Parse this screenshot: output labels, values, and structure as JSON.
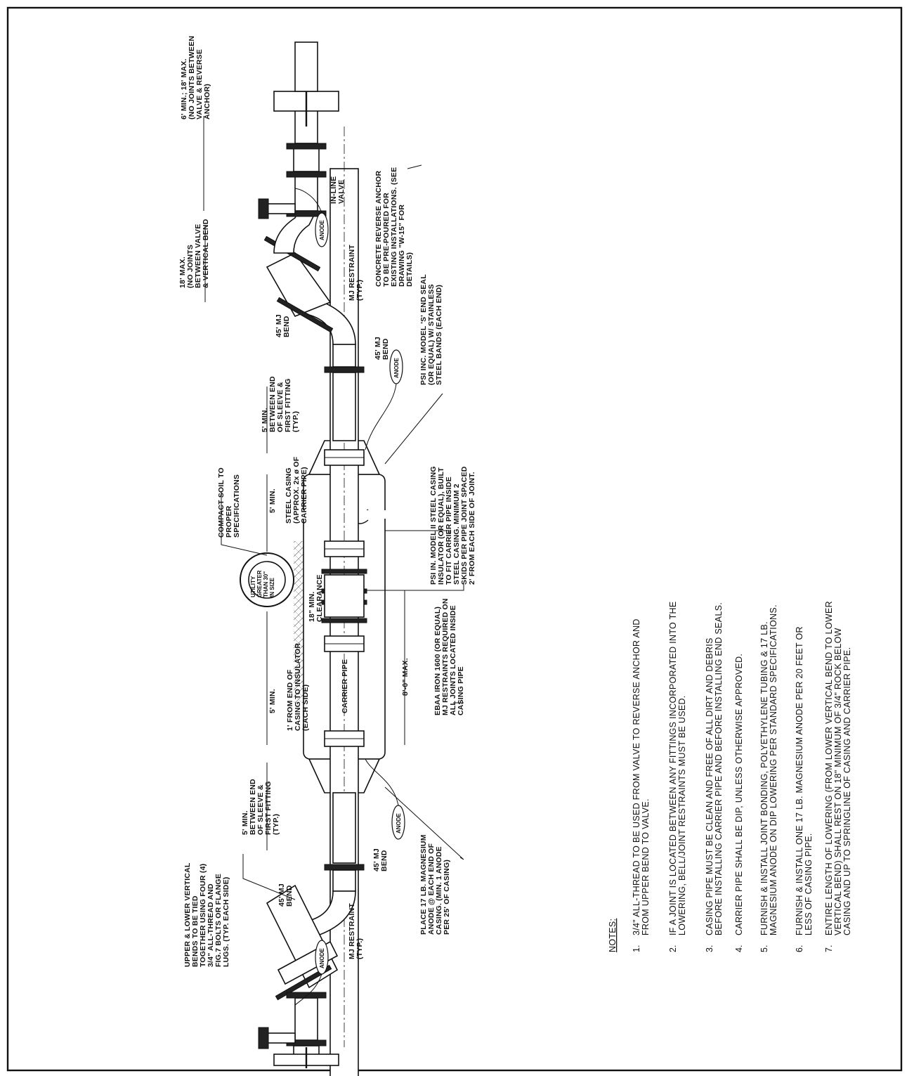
{
  "labels": {
    "six_min": [
      "6' MIN.; 18' MAX.",
      "(NO JOINTS BETWEEN",
      "VALVE & REVERSE",
      "ANCHOR)"
    ],
    "eighteen_max": [
      "18' MAX.",
      "(NO JOINTS",
      "BETWEEN VALVE",
      "& VERTICAL BEND"
    ],
    "inline_valve": [
      "IN-LINE",
      "VALVE"
    ],
    "concrete_anchor": [
      "CONCRETE REVERSE ANCHOR",
      "TO BE PRE-POURED FOR",
      "EXISTING INSTALLATIONS. (SEE",
      "DRAWING \"W-15\" FOR",
      "DETAILS)"
    ],
    "mj_restraint_top": [
      "MJ RESTRAINT",
      "(TYP.)"
    ],
    "bend_45_a": [
      "45' MJ",
      "BEND"
    ],
    "bend_45_b": [
      "45' MJ",
      "BEND"
    ],
    "psi_seal": [
      "PSI INC. MODEL 'S' END SEAL",
      "(OR EQUAL) W/ STAINLESS",
      "STEEL BANDS (EACH END)"
    ],
    "five_min_top": [
      "5' MIN.",
      "BETWEEN END",
      "OF SLEEVE &",
      "FIRST FITTING",
      "(TYP.)"
    ],
    "compact_soil": [
      "COMPACT SOIL TO",
      "PROPER",
      "SPECIFICATIONS"
    ],
    "steel_casing": [
      "STEEL CASING",
      "(APPROX. 2x ø OF",
      "CARRIER PIPE)"
    ],
    "five_min_a": "5' MIN.",
    "five_min_b": "5' MIN.",
    "psi_insulator": [
      "PSI IN. MODEL II STEEL CASING",
      "INSULATOR (OR EQUAL), BUILT",
      "TO FIT CARRIER PIPE INSIDE",
      "STEEL CASING. MINIMUM 2",
      "SKIDS PER PIPE JOINT SPACED",
      "2' FROM EACH SIDE OF JOINT."
    ],
    "utility": [
      "UTILITY",
      "GREATER",
      "THAN 30\"",
      "IN SIZE"
    ],
    "clearance": [
      "18\" MIN.",
      "CLEARANCE"
    ],
    "carrier_pipe": "CARRIER PIPE",
    "one_ft": [
      "1' FROM END OF",
      "CASING TO INSULATOR",
      "(EACH SIDE)"
    ],
    "eight_max": "8'-0\" MAX.",
    "ebaa": [
      "EBAA IRON 1600 (OR EQUAL)",
      "MJ RESTRAINTS REQUIRED ON",
      "ALL JOINTS LOCATED INSIDE",
      "CASING PIPE"
    ],
    "five_min_bottom": [
      "5' MIN.",
      "BETWEEN END",
      "OF SLEEVE &",
      "FIRST FITTING",
      "(TYP.)"
    ],
    "upper_lower": [
      "UPPER & LOWER VERTICAL",
      "BENDS TO BE TIED",
      "TOGETHER USING FOUR (4)",
      "3/4\" ALL-THREAD AND",
      "FIG.7 BOLTS OR FLANGE",
      "LUGS. (TYP. EACH SIDE)"
    ],
    "bend_45_c": [
      "45' MJ",
      "BEND"
    ],
    "mj_restraint_bottom": [
      "MJ RESTRAINT",
      "(TYP.)"
    ],
    "bend_45_d": [
      "45' MJ",
      "BEND"
    ],
    "place_anode": [
      "PLACE 17 LB. MAGNESIUM",
      "ANODE @ EACH END OF",
      "CASING. (MIN. 1 ANODE",
      "PER 25' OF CASING)"
    ],
    "anode": "ANODE"
  },
  "notes": {
    "title": "NOTES:",
    "items": [
      {
        "num": "1.",
        "lines": [
          "3/4\" ALL-THREAD TO BE USED FROM VALVE TO   REVERSE ANCHOR AND",
          "FROM UPPER BEND TO VALVE."
        ]
      },
      {
        "num": "2.",
        "lines": [
          "IF A JOINT IS LOCATED BETWEEN ANY FITTINGS INCORPORATED INTO THE",
          "LOWERING, BELL/JOINT RESTRAINTS MUST BE USED."
        ]
      },
      {
        "num": "3.",
        "lines": [
          "CASING PIPE MUST BE CLEAN AND FREE OF ALL DIRT AND DEBRIS",
          "BEFORE INSTALLING CARRIER PIPE AND BEFORE INSTALLING END SEALS."
        ]
      },
      {
        "num": "4.",
        "lines": [
          "CARRIER PIPE SHALL BE DIP, UNLESS OTHERWISE APPROVED."
        ]
      },
      {
        "num": "5.",
        "lines": [
          "FURNISH & INSTALL JOINT BONDING, POLYETHYLENE TUBING & 17 LB.",
          "MAGNESIUM ANODE ON DIP LOWERING PER STANDARD SPECIFICATIONS."
        ]
      },
      {
        "num": "6.",
        "lines": [
          "FURNISH & INSTALL ONE 17 LB. MAGNESIUM ANODE PER 20 FEET OR",
          "LESS OF CASING PIPE."
        ]
      },
      {
        "num": "7.",
        "lines": [
          "ENTIRE LENGTH OF LOWERING (FROM LOWER VERTICAL BEND TO LOWER",
          "VERTICAL BEND) SHALL REST ON 18\" MINIMUM OF 3/4\" ROCK BELOW",
          "CASING AND UP TO SPRINGLINE OF CASING AND CARRIER PIPE."
        ]
      }
    ]
  }
}
